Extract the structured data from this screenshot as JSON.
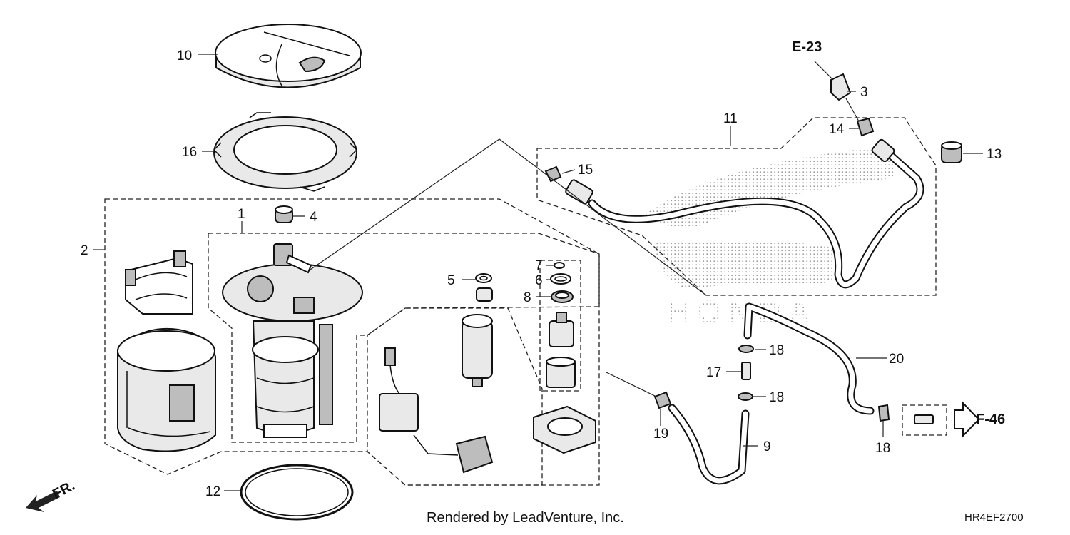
{
  "callouts": [
    {
      "id": "c1",
      "text": "1"
    },
    {
      "id": "c2",
      "text": "2"
    },
    {
      "id": "c3",
      "text": "3"
    },
    {
      "id": "c4",
      "text": "4"
    },
    {
      "id": "c5",
      "text": "5"
    },
    {
      "id": "c6",
      "text": "6"
    },
    {
      "id": "c7",
      "text": "7"
    },
    {
      "id": "c8",
      "text": "8"
    },
    {
      "id": "c9",
      "text": "9"
    },
    {
      "id": "c10",
      "text": "10"
    },
    {
      "id": "c11",
      "text": "11"
    },
    {
      "id": "c12",
      "text": "12"
    },
    {
      "id": "c13",
      "text": "13"
    },
    {
      "id": "c14",
      "text": "14"
    },
    {
      "id": "c15",
      "text": "15"
    },
    {
      "id": "c16",
      "text": "16"
    },
    {
      "id": "c17",
      "text": "17"
    },
    {
      "id": "c18a",
      "text": "18"
    },
    {
      "id": "c18b",
      "text": "18"
    },
    {
      "id": "c18c",
      "text": "18"
    },
    {
      "id": "c19",
      "text": "19"
    },
    {
      "id": "c20",
      "text": "20"
    }
  ],
  "references": {
    "e23": "E-23",
    "f46": "F-46",
    "front": "FR."
  },
  "watermark_text": "HONDA",
  "credit": "Rendered by LeadVenture, Inc.",
  "diagram_code": "HR4EF2700"
}
